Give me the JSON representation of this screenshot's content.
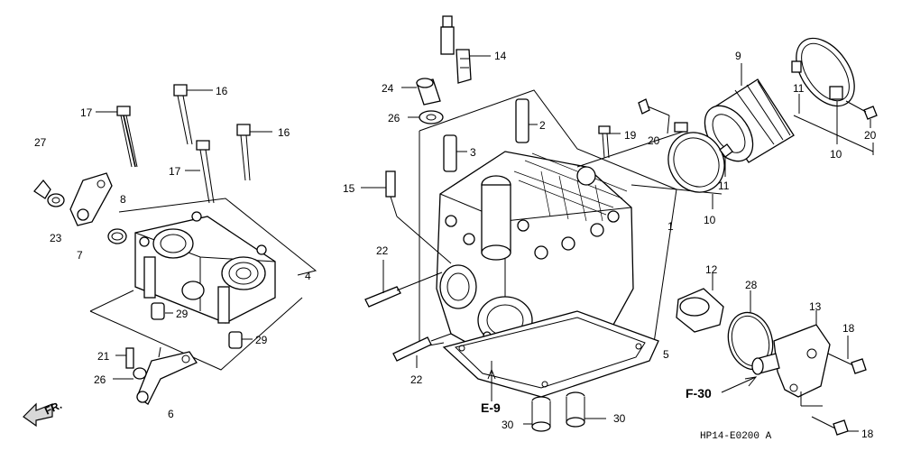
{
  "callouts": {
    "c1": "1",
    "c2": "2",
    "c3": "3",
    "c4": "4",
    "c5": "5",
    "c6": "6",
    "c7": "7",
    "c8": "8",
    "c9": "9",
    "c10a": "10",
    "c10b": "10",
    "c11a": "11",
    "c11b": "11",
    "c12": "12",
    "c13": "13",
    "c14": "14",
    "c15": "15",
    "c16a": "16",
    "c16b": "16",
    "c17a": "17",
    "c17b": "17",
    "c18a": "18",
    "c18b": "18",
    "c19": "19",
    "c20a": "20",
    "c20b": "20",
    "c21": "21",
    "c22a": "22",
    "c22b": "22",
    "c23": "23",
    "c24": "24",
    "c26a": "26",
    "c26b": "26",
    "c27": "27",
    "c28": "28",
    "c29a": "29",
    "c29b": "29",
    "c30a": "30",
    "c30b": "30"
  },
  "references": {
    "e9": "E-9",
    "f30": "F-30"
  },
  "direction_label": "FR.",
  "diagram_code": "HP14-E0200 A"
}
